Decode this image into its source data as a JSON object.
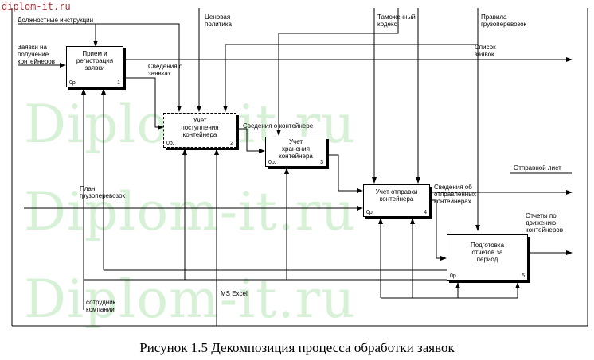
{
  "watermark_top": "diplom-it.ru",
  "watermark": "Diplom-it.ru",
  "caption": "Рисунок 1.5 Декомпозиция процесса обработки заявок",
  "boxes": [
    {
      "name": "Прием и\nрегистрация\nзаявки",
      "cost": "0р.",
      "num": "1"
    },
    {
      "name": "Учет\nпоступления\nконтейнера",
      "cost": "0р.",
      "num": "2"
    },
    {
      "name": "Учет\nхранения\nконтейнера",
      "cost": "0р.",
      "num": "3"
    },
    {
      "name": "Учет отправки\nконтейнера",
      "cost": "0р.",
      "num": "4"
    },
    {
      "name": "Подготовка\nотчетов за\nпериод",
      "cost": "0р.",
      "num": "5"
    }
  ],
  "arrows": {
    "duties": "Должностные инструкции",
    "price": "Ценовая\nполитика",
    "customs": "Таможенный\nкодекс",
    "rules": "Правила\nгрузоперевозок",
    "requests": "Заявки на\nполучение\nконтейнеров",
    "list": "Список\nзаявок",
    "request_info": "Сведения о\nзаявках",
    "container_info": "Сведения о контейнере",
    "shipping_list": "Отправной лист",
    "sent_info": "Сведения об\nотправленных\nконтейнерах",
    "plan": "План\nгрузоперевозок",
    "reports": "Отчеты по\nдвижению\nконтейнеров",
    "ms_excel": "MS Excel",
    "employee": "сотрудник\nкомпании"
  }
}
